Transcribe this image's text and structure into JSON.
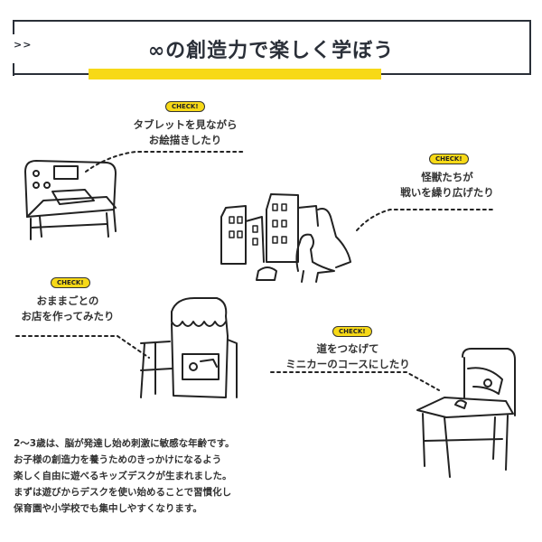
{
  "header": {
    "arrows": ">>",
    "title": "∞の創造力で楽しく学ぼう"
  },
  "badge_label": "CHECK!",
  "features": [
    {
      "lines": [
        "タブレットを見ながら",
        "お絵描きしたり"
      ]
    },
    {
      "lines": [
        "怪獣たちが",
        "戦いを繰り広げたり"
      ]
    },
    {
      "lines": [
        "おままごとの",
        "お店を作ってみたり"
      ]
    },
    {
      "lines": [
        "道をつなげて",
        "ミニカーのコースにしたり"
      ]
    }
  ],
  "description": [
    "2～3歳は、脳が発達し始め刺激に敏感な年齢です。",
    "お子様の創造力を養うためのきっかけになるよう",
    "楽しく自由に遊べるキッズデスクが生まれました。",
    "まずは遊びからデスクを使い始めることで習慣化し",
    "保育園や小学校でも集中しやすくなります。"
  ],
  "colors": {
    "accent": "#f7d917",
    "ink": "#2a2f38"
  }
}
